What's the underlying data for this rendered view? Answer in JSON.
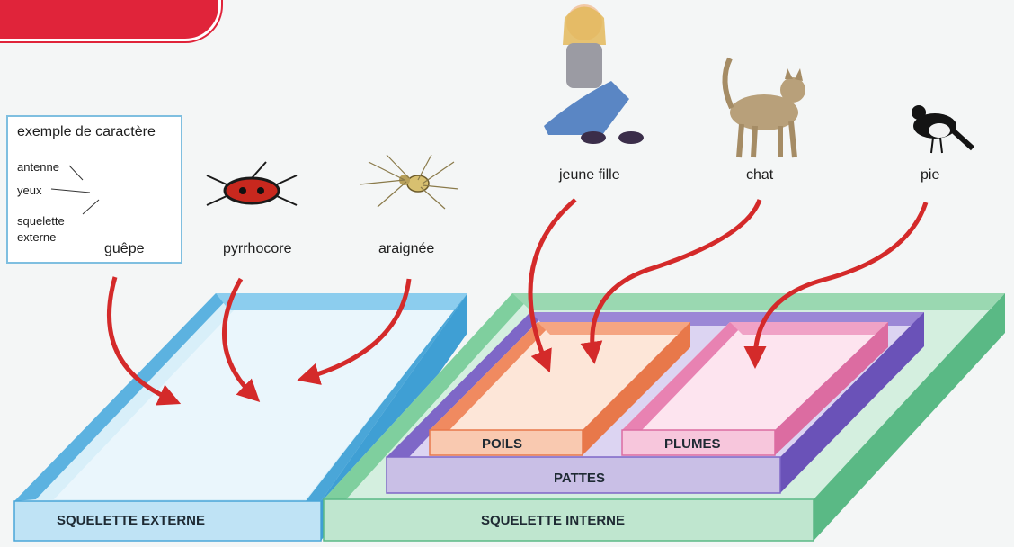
{
  "example_box": {
    "title": "exemple de caractère",
    "annotations": [
      "antenne",
      "yeux",
      "squelette",
      "externe"
    ]
  },
  "animals": {
    "guepe": "guêpe",
    "pyrrhocore": "pyrrhocore",
    "araignee": "araignée",
    "jeune_fille": "jeune fille",
    "chat": "chat",
    "pie": "pie"
  },
  "boxes": {
    "squelette_externe": "SQUELETTE EXTERNE",
    "squelette_interne": "SQUELETTE INTERNE",
    "pattes": "PATTES",
    "poils": "POILS",
    "plumes": "PLUMES"
  },
  "colors": {
    "external_box": "#bfe3f5",
    "internal_box": "#bfe6cf",
    "pattes_box": "#c9bfe6",
    "poils_box": "#f9c9b0",
    "plumes_box": "#f7c6dc",
    "arrow": "#d42a2a"
  }
}
